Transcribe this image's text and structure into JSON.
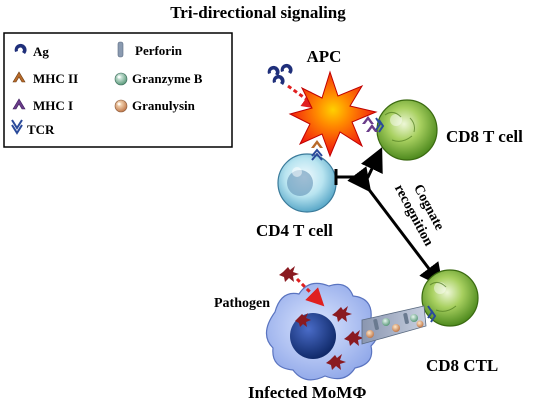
{
  "title": "Tri-directional signaling",
  "legend": {
    "items": [
      {
        "label": "Ag",
        "icon": "antigen-icon"
      },
      {
        "label": "MHC II",
        "icon": "mhc-ii-icon"
      },
      {
        "label": "MHC I",
        "icon": "mhc-i-icon"
      },
      {
        "label": "TCR",
        "icon": "tcr-icon"
      },
      {
        "label": "Perforin",
        "icon": "perforin-icon"
      },
      {
        "label": "Granzyme B",
        "icon": "granzyme-b-icon"
      },
      {
        "label": "Granulysin",
        "icon": "granulysin-icon"
      }
    ]
  },
  "labels": {
    "apc": "APC",
    "cd8_t_cell": "CD8 T cell",
    "cd4_t_cell": "CD4 T cell",
    "cd8_ctl": "CD8 CTL",
    "pathogen": "Pathogen",
    "infected": "Infected MoMΦ",
    "cognate_line1": "Cognate",
    "cognate_line2": "recognition"
  },
  "colors": {
    "apc_red": "#f01010",
    "apc_orange": "#ffb000",
    "tcell_green": "#7ab830",
    "cd4_blue": "#9ed8e8",
    "macrophage": "#b8c8f0",
    "nucleus": "#1c3d8a",
    "antigen": "#1f2f7a",
    "mhc_ii": "#b86a2a",
    "mhc_i": "#6a3c8a",
    "pathogen": "#8a1a20",
    "arrow_red": "#e02020"
  }
}
